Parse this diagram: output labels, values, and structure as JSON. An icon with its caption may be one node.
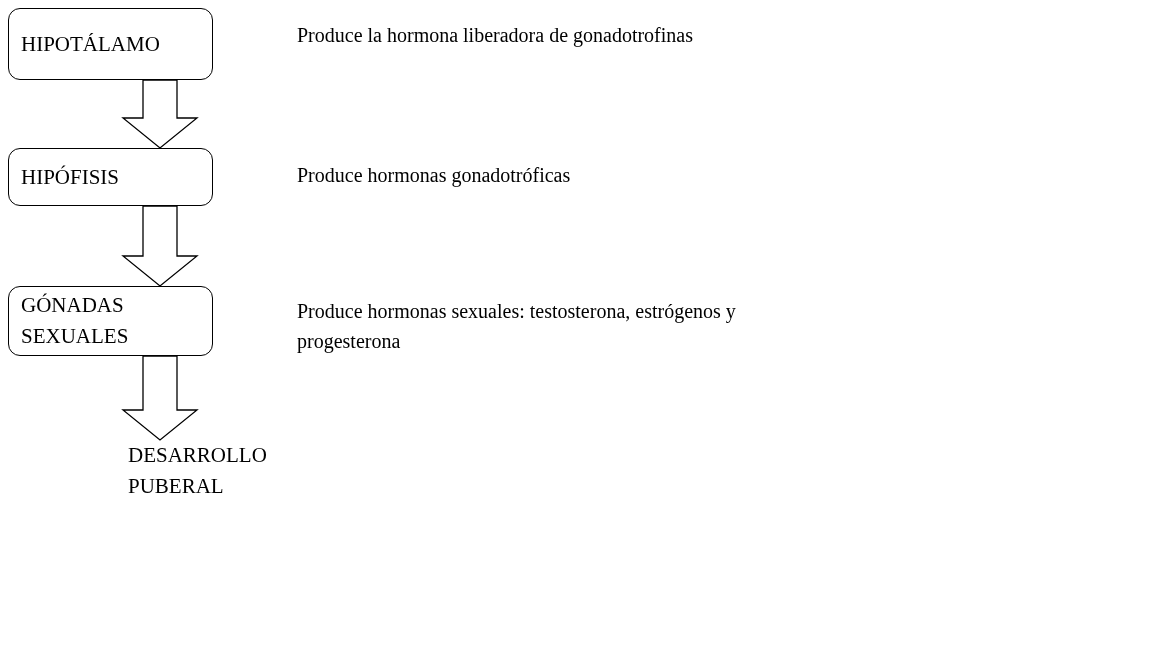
{
  "diagram": {
    "nodes": [
      {
        "text": [
          "HIPOTÁLAMO"
        ]
      },
      {
        "text": [
          "HIPÓFISIS"
        ]
      },
      {
        "text": [
          "GÓNADAS SEXUALES"
        ]
      },
      {
        "text": [
          "DESARROLLO PUBERAL"
        ]
      }
    ],
    "edges": [
      {
        "from": 0,
        "to": 1,
        "arrow": "to"
      },
      {
        "from": 1,
        "to": 2,
        "arrow": "to"
      },
      {
        "from": 2,
        "to": 3,
        "arrow": "to"
      }
    ],
    "labels": [
      "Produce la hormona liberadora de gonadotrofinas",
      "Produce hormonas gonadotróficas",
      "Produce hormonas sexuales: testosterona, estrógenos y progesterona"
    ]
  }
}
